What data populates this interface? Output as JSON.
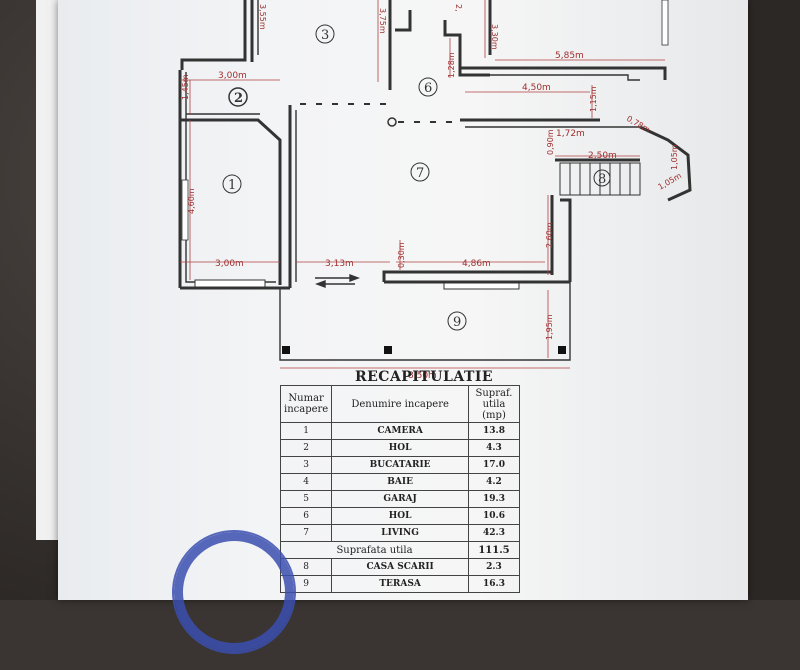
{
  "plan": {
    "dimensions": {
      "d_3_00_top": "3,00m",
      "d_1_45": "1,45m",
      "d_4_60": "4,60m",
      "d_3_00_bottom": "3,00m",
      "d_3_13": "3,13m",
      "d_0_30": "0,30m",
      "d_4_86": "4,86m",
      "d_2_60": "2,60m",
      "d_1_95": "1,95m",
      "d_8_50": "8,50m",
      "d_5_85": "5,85m",
      "d_4_50": "4,50m",
      "d_1_15": "1,15m",
      "d_0_78": "0,78m",
      "d_0_90": "0,90m",
      "d_1_72": "1,72m",
      "d_2_50": "2,50m",
      "d_1_05a": "1,05m",
      "d_1_05b": "1,05m",
      "d_1_28": "1,28m",
      "d_3_30": "3,30m",
      "d_3_75": "3,75m",
      "d_3_55": "3,55m",
      "d_2_x": "2,"
    },
    "rooms": {
      "r1": "1",
      "r2": "2",
      "r3": "3",
      "r6": "6",
      "r7": "7",
      "r8": "8",
      "r9": "9"
    }
  },
  "recap": {
    "title": "RECAPITULATIE",
    "headers": {
      "num": "Numar incapere",
      "name": "Denumire incapere",
      "area": "Supraf. utila (mp)"
    },
    "rows": [
      {
        "num": "1",
        "name": "CAMERA",
        "area": "13.8"
      },
      {
        "num": "2",
        "name": "HOL",
        "area": "4.3"
      },
      {
        "num": "3",
        "name": "BUCATARIE",
        "area": "17.0"
      },
      {
        "num": "4",
        "name": "BAIE",
        "area": "4.2"
      },
      {
        "num": "5",
        "name": "GARAJ",
        "area": "19.3"
      },
      {
        "num": "6",
        "name": "HOL",
        "area": "10.6"
      },
      {
        "num": "7",
        "name": "LIVING",
        "area": "42.3"
      }
    ],
    "total": {
      "label": "Suprafata utila",
      "area": "111.5"
    },
    "extra_rows": [
      {
        "num": "8",
        "name": "CASA SCARII",
        "area": "2.3"
      },
      {
        "num": "9",
        "name": "TERASA",
        "area": "16.3"
      }
    ]
  },
  "colors": {
    "dimension": "#a03030",
    "stamp": "#3b4fb0"
  }
}
